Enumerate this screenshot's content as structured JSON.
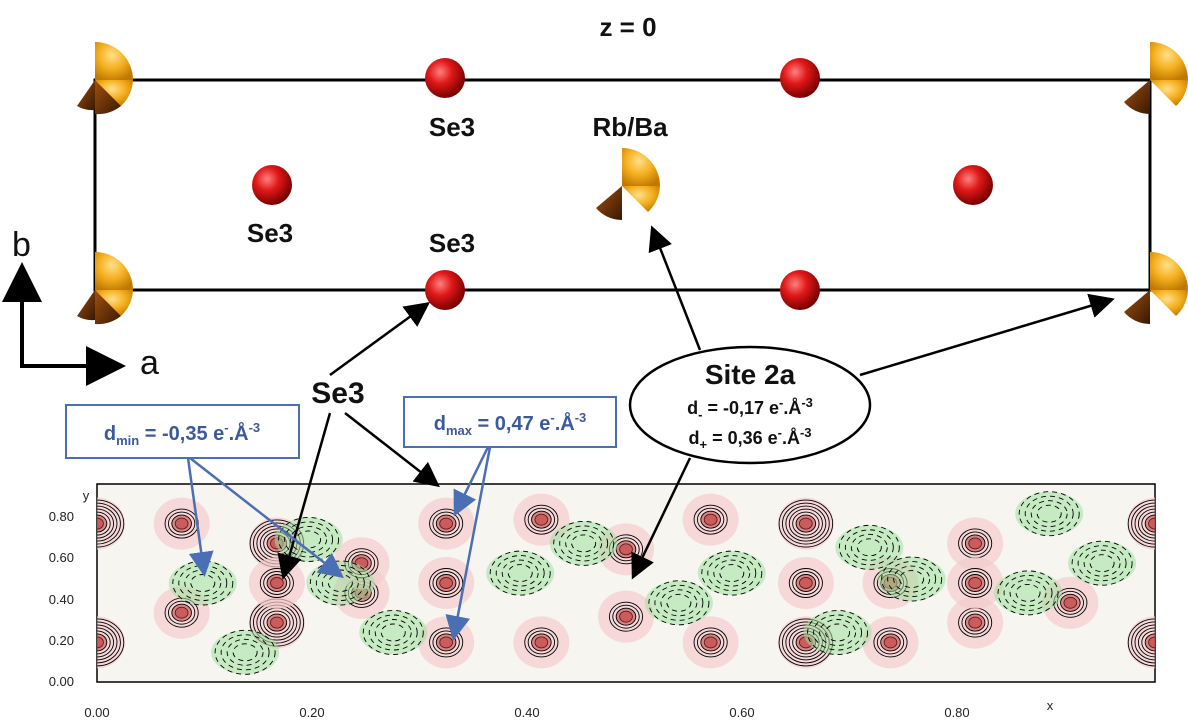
{
  "title": "z = 0",
  "axes_labels": {
    "b": "b",
    "a": "a"
  },
  "atom_labels": {
    "se3_top": "Se3",
    "rb_ba": "Rb/Ba",
    "se3_left": "Se3",
    "se3_mid": "Se3",
    "se3_callout": "Se3"
  },
  "site_box": {
    "title": "Site 2a",
    "d_minus_a": "d",
    "d_minus_sub": "-",
    "d_minus_b": " = -0,17 e",
    "d_minus_sup": "-",
    "d_minus_c": ".Å",
    "d_minus_exp": "-3",
    "d_plus_a": "d",
    "d_plus_sub": "+",
    "d_plus_b": " = 0,36 e",
    "d_plus_sup": "-",
    "d_plus_c": ".Å",
    "d_plus_exp": "-3"
  },
  "dmin_box": {
    "a": "d",
    "sub": "min",
    "b": " = -0,35 e",
    "sup": "-",
    "c": ".Å",
    "exp": "-3"
  },
  "dmax_box": {
    "a": "d",
    "sub": "max",
    "b": " = 0,47 e",
    "sup": "-",
    "c": ".Å",
    "exp": "-3"
  },
  "map": {
    "y_axis_label": "y",
    "x_axis_label": "x",
    "y_ticks": [
      "0.80",
      "0.60",
      "0.40",
      "0.20",
      "0.00"
    ],
    "x_ticks": [
      "0.00",
      "0.20",
      "0.40",
      "0.60",
      "0.80"
    ]
  },
  "colors": {
    "se_atom": "#d01010",
    "rb_ba_atom": "#f2a81a",
    "positive_contour": "#000000",
    "negative_contour": "#000000",
    "positive_fill": "#f3cccc",
    "negative_fill": "#9fe29f",
    "callout_blue": "#4a6fb5"
  }
}
